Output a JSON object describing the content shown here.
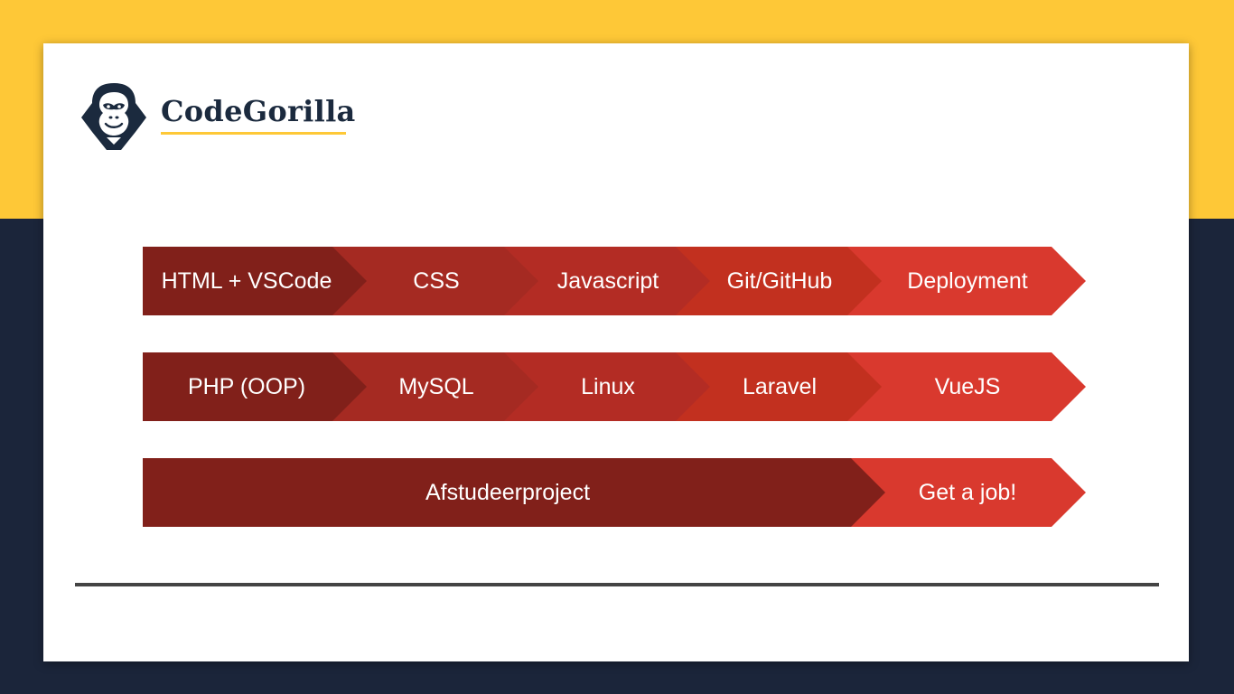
{
  "colors": {
    "background_top": "#fec837",
    "background_bottom": "#1b253a",
    "brand_navy": "#1b2a3e",
    "brand_yellow": "#fec837",
    "step_dark": "#81201a",
    "step_2": "#a52a22",
    "step_3": "#b32c24",
    "step_4": "#c2301f",
    "step_final": "#d9392e",
    "divider": "#444444"
  },
  "brand": {
    "name": "CodeGorilla",
    "logo_icon": "gorilla-icon"
  },
  "curriculum": {
    "rows": [
      {
        "steps": [
          "HTML + VSCode",
          "CSS",
          "Javascript",
          "Git/GitHub",
          "Deployment"
        ]
      },
      {
        "steps": [
          "PHP (OOP)",
          "MySQL",
          "Linux",
          "Laravel",
          "VueJS"
        ]
      },
      {
        "steps": [
          "Afstudeerproject",
          "Get a job!"
        ]
      }
    ]
  }
}
